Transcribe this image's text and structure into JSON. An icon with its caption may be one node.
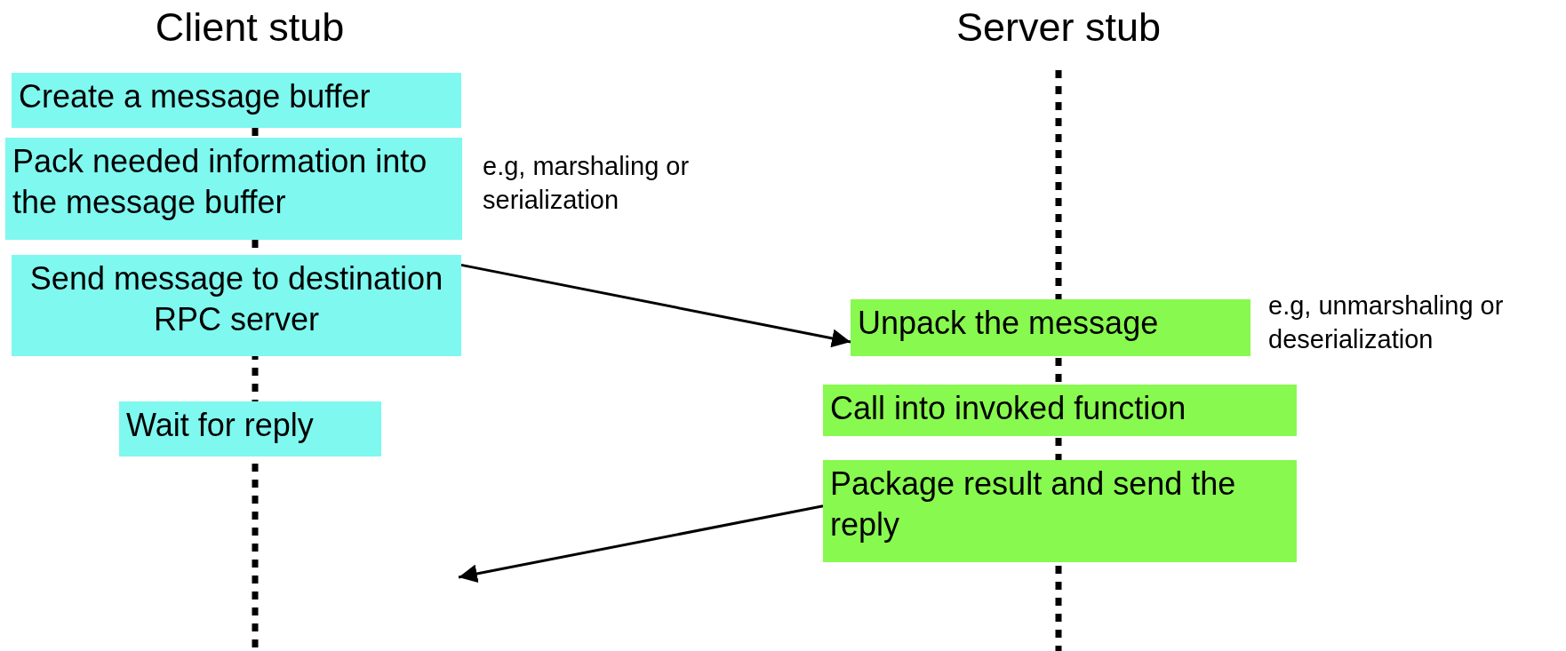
{
  "diagram": {
    "nodes": [
      {
        "text": [
          "Client stub"
        ]
      },
      {
        "text": [
          "Server stub"
        ]
      },
      {
        "text": [
          "Create a message buffer"
        ]
      },
      {
        "text": [
          "Pack needed information into the message buffer"
        ],
        "beside": [
          "e.g, marshaling or serialization"
        ]
      },
      {
        "text": [
          "Send message to destination RPC server"
        ]
      },
      {
        "text": [
          "Wait for reply"
        ]
      },
      {
        "text": [
          "Unpack the message"
        ],
        "beside": [
          "e.g, unmarshaling or deserialization"
        ]
      },
      {
        "text": [
          "Call into invoked function"
        ]
      },
      {
        "text": [
          "Package result and send the reply"
        ]
      }
    ],
    "edges": [
      {
        "from": 4,
        "to": 6,
        "arrow": "to"
      },
      {
        "from": 8,
        "to": null,
        "arrow": "to"
      }
    ]
  }
}
